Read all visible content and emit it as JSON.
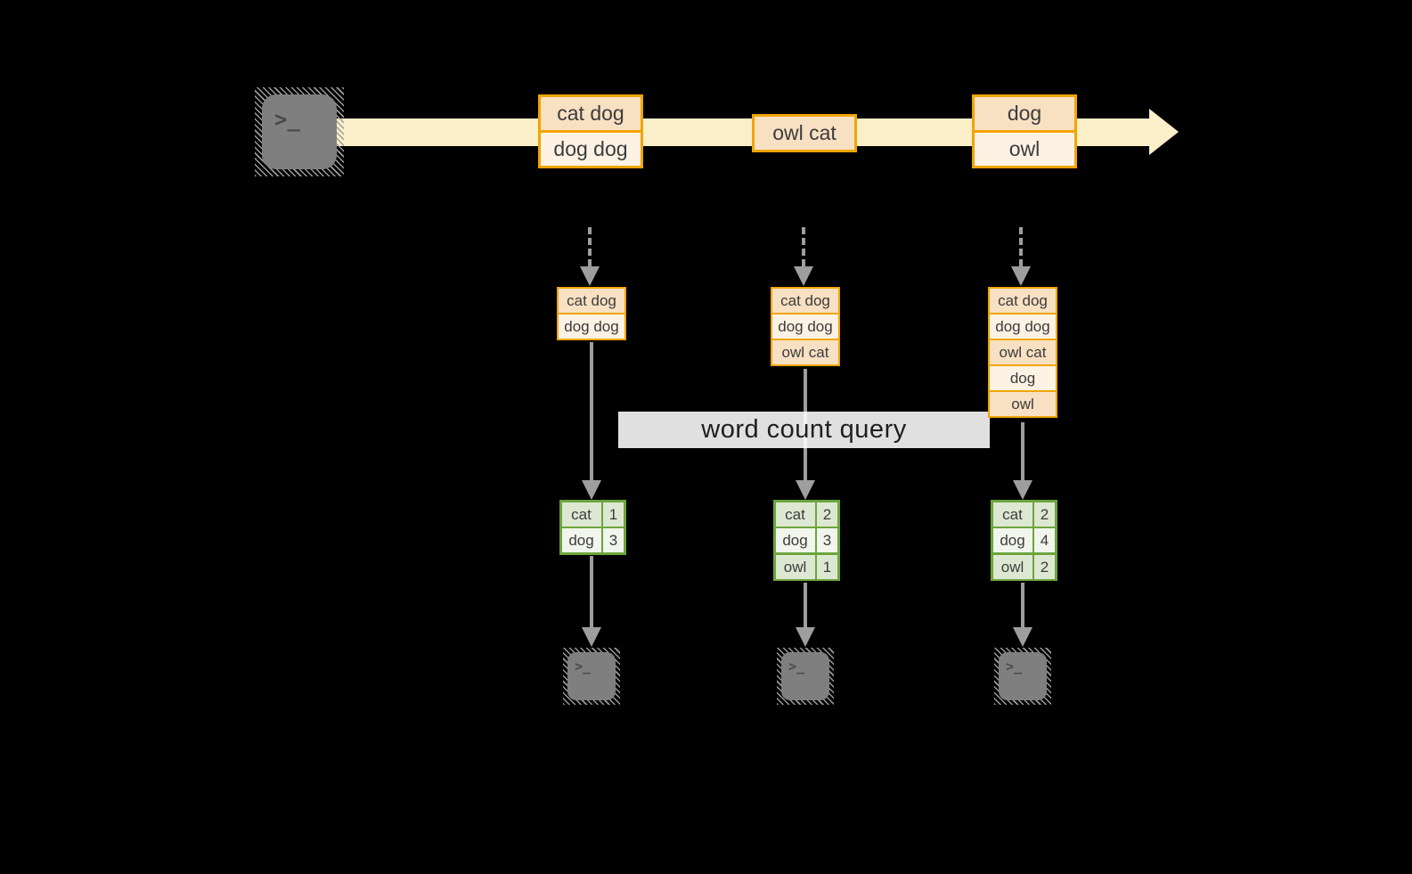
{
  "colors": {
    "background": "#000000",
    "stream": "#FBEFC9",
    "accent-orange": "#F0A500",
    "peach-dark": "#F8E0C2",
    "peach-light": "#FDF2E4",
    "green-border": "#6CA53C",
    "green-dark": "#DDE8D2",
    "green-light": "#F1F5EC",
    "arrow-gray": "#9E9E9E",
    "icon-gray": "#7F7F7F",
    "text-dark": "#3C3C3C"
  },
  "query": {
    "label": "word count query"
  },
  "source": {
    "glyph": ">_"
  },
  "stream_events": [
    {
      "rows": [
        "cat dog",
        "dog dog"
      ]
    },
    {
      "rows": [
        "owl cat"
      ]
    },
    {
      "rows": [
        "dog",
        "owl"
      ]
    }
  ],
  "columns": [
    {
      "buffer": [
        "cat dog",
        "dog dog"
      ],
      "result": [
        [
          "cat",
          "1"
        ],
        [
          "dog",
          "3"
        ]
      ]
    },
    {
      "buffer": [
        "cat dog",
        "dog dog",
        "owl cat"
      ],
      "result": [
        [
          "cat",
          "2"
        ],
        [
          "dog",
          "3"
        ],
        [
          "owl",
          "1"
        ]
      ]
    },
    {
      "buffer": [
        "cat dog",
        "dog dog",
        "owl cat",
        "dog",
        "owl"
      ],
      "result": [
        [
          "cat",
          "2"
        ],
        [
          "dog",
          "4"
        ],
        [
          "owl",
          "2"
        ]
      ]
    }
  ],
  "sinks": [
    {
      "glyph": ">_"
    },
    {
      "glyph": ">_"
    },
    {
      "glyph": ">_"
    }
  ]
}
